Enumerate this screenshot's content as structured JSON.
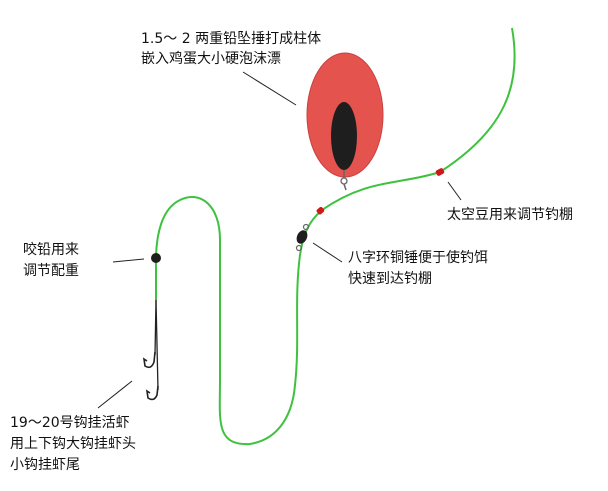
{
  "annotations": {
    "float": [
      "1.5～ 2 两重铅坠捶打成柱体",
      "嵌入鸡蛋大小硬泡沫漂"
    ],
    "stopper_beans": [
      "太空豆用来调节钓棚"
    ],
    "swivel_weight": [
      "八字环铜锤便于使钓饵",
      "快速到达钓棚"
    ],
    "split_shot": [
      "咬铅用来",
      "调节配重"
    ],
    "hooks": [
      "19～20号钩挂活虾",
      "用上下钩大钩挂虾头",
      "小钩挂虾尾"
    ]
  },
  "colors": {
    "line": "#3ec23e",
    "float": "#e5534e",
    "weight": "#222222",
    "bead": "#cc1a1a",
    "leader": "#222222"
  }
}
